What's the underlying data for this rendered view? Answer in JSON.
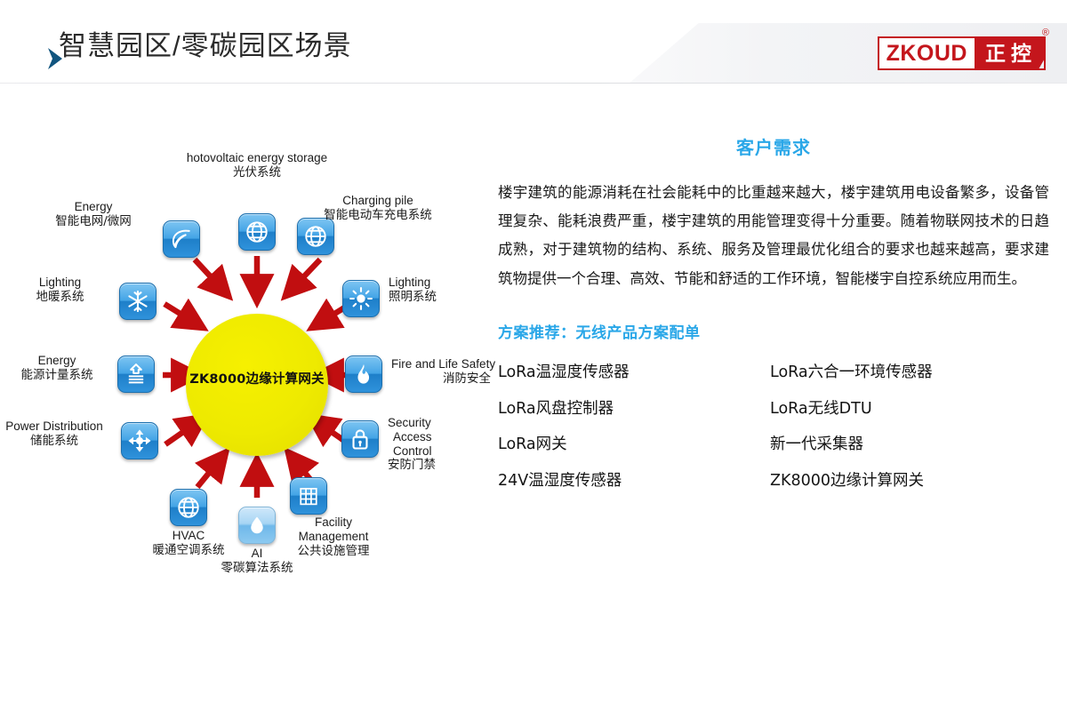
{
  "header": {
    "title": "智慧园区/零碳园区场景",
    "chevron_icon": "chevron-right-icon",
    "logo": {
      "en": "ZKOUD",
      "cn": "正控",
      "registered": "®"
    }
  },
  "diagram": {
    "hub_label": "ZK8000边缘计算网关",
    "nodes": [
      {
        "id": "photovoltaic",
        "icon": "globe-icon",
        "en": "hotovoltaic energy storage",
        "cn": "光伏系统"
      },
      {
        "id": "charging-pile",
        "icon": "globe-icon",
        "en": "Charging pile",
        "cn": "智能电动车充电系统"
      },
      {
        "id": "energy-grid",
        "icon": "leaf-icon",
        "en": "Energy",
        "cn": "智能电网/微网"
      },
      {
        "id": "lighting-sun",
        "icon": "sun-icon",
        "en": "Lighting",
        "cn": "照明系统"
      },
      {
        "id": "floor-heating",
        "icon": "snowflake-icon",
        "en": "Lighting",
        "cn": "地暖系统"
      },
      {
        "id": "fire-safety",
        "icon": "flame-icon",
        "en": "Fire and Life Safety",
        "cn": "消防安全"
      },
      {
        "id": "metering",
        "icon": "energy-meter-icon",
        "en": "Energy",
        "cn": "能源计量系统"
      },
      {
        "id": "security",
        "icon": "lock-icon",
        "en": "Security Access Control",
        "cn": "安防门禁"
      },
      {
        "id": "storage",
        "icon": "network-nodes-icon",
        "en": "Power Distribution",
        "cn": "储能系统"
      },
      {
        "id": "facility",
        "icon": "building-icon",
        "en": "Facility Management",
        "cn": "公共设施管理"
      },
      {
        "id": "hvac",
        "icon": "globe-icon",
        "en": "HVAC",
        "cn": "暖通空调系统"
      },
      {
        "id": "ai",
        "icon": "water-drop-icon",
        "en": "AI",
        "cn": "零碳算法系统"
      }
    ],
    "security_lines": [
      "Security",
      "Access",
      "Control"
    ],
    "facility_lines": [
      "Facility",
      "Management"
    ]
  },
  "panel": {
    "need_heading": "客户需求",
    "need_body": "楼宇建筑的能源消耗在社会能耗中的比重越来越大，楼宇建筑用电设备繁多，设备管理复杂、能耗浪费严重，楼宇建筑的用能管理变得十分重要。随着物联网技术的日趋成熟，对于建筑物的结构、系统、服务及管理最优化组合的要求也越来越高，要求建筑物提供一个合理、高效、节能和舒适的工作环境，智能楼宇自控系统应用而生。",
    "recommend_heading": "方案推荐：无线产品方案配单",
    "products_left": [
      "LoRa温湿度传感器",
      "LoRa风盘控制器",
      "LoRa网关",
      "24V温湿度传感器"
    ],
    "products_right": [
      "LoRa六合一环境传感器",
      "LoRa无线DTU",
      "新一代采集器",
      "ZK8000边缘计算网关"
    ]
  },
  "colors": {
    "brand_red": "#c4161c",
    "accent_blue": "#2aa7e8",
    "hub_yellow": "#eeea00",
    "arrow_red": "#c10e10",
    "title_gray": "#2b2b2b"
  }
}
